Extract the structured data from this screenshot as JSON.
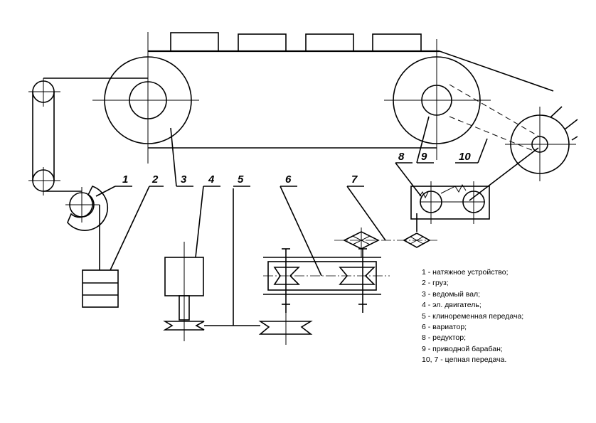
{
  "labels": {
    "l1": "1",
    "l2": "2",
    "l3": "3",
    "l4": "4",
    "l5": "5",
    "l6": "6",
    "l7": "7",
    "l8": "8",
    "l9": "9",
    "l10": "10"
  },
  "legend": [
    "1 - натяжное устройство;",
    "2 - груз;",
    "3 - ведомый вал;",
    "4 - эл. двигатель;",
    "5 - клиноременная передача;",
    "6 - вариатор;",
    "8 - редуктор;",
    "9 - приводной барабан;",
    "10, 7 - цепная передача."
  ]
}
